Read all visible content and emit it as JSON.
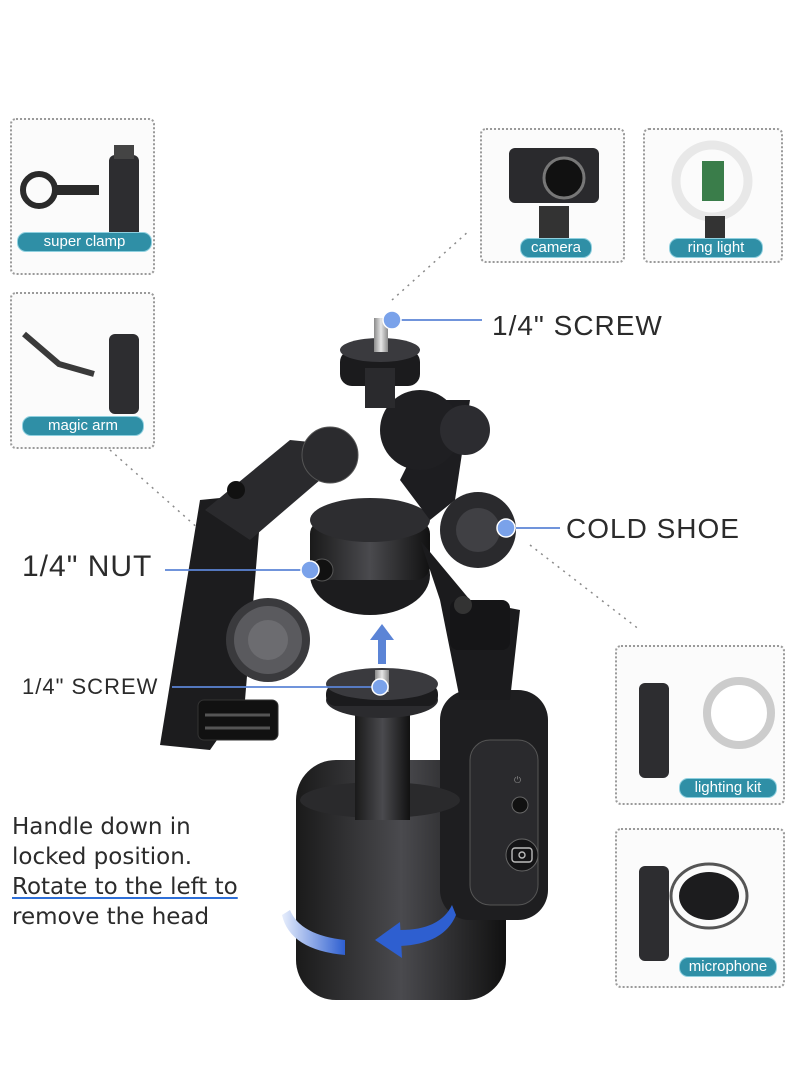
{
  "accessories": {
    "super_clamp": "super clamp",
    "magic_arm": "magic arm",
    "camera": "camera",
    "ring_light": "ring light",
    "lighting_kit": "lighting kit",
    "microphone": "microphone"
  },
  "callouts": {
    "top_screw": "1/4\" SCREW",
    "cold_shoe": "COLD SHOE",
    "nut": "1/4\" NUT",
    "bottom_screw": "1/4\" SCREW"
  },
  "instructions": {
    "line1": "Handle down in",
    "line2": "locked position.",
    "line3": "Rotate to the left to",
    "line4": "remove the head"
  },
  "colors": {
    "accent_blue": "#5b84d6",
    "label_teal": "#2f8fa6",
    "body_black": "#1c1c1e"
  }
}
